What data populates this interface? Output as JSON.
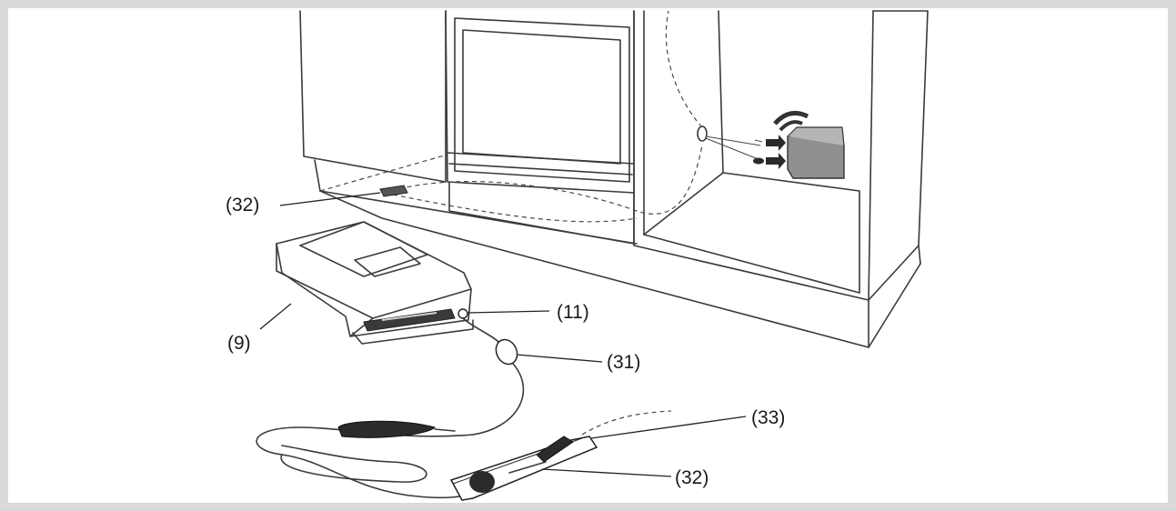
{
  "callouts": {
    "c32_top": "(32)",
    "c9": "(9)",
    "c11": "(11)",
    "c31": "(31)",
    "c33": "(33)",
    "c32_bottom": "(32)"
  },
  "colors": {
    "frame": "#d9d9d9",
    "line": "#3a3a3a",
    "dark_part": "#2b2b2b",
    "module_fill": "#8f8f8f"
  },
  "icons": [
    "wireless-signal-icon",
    "arrow-right-icon"
  ]
}
